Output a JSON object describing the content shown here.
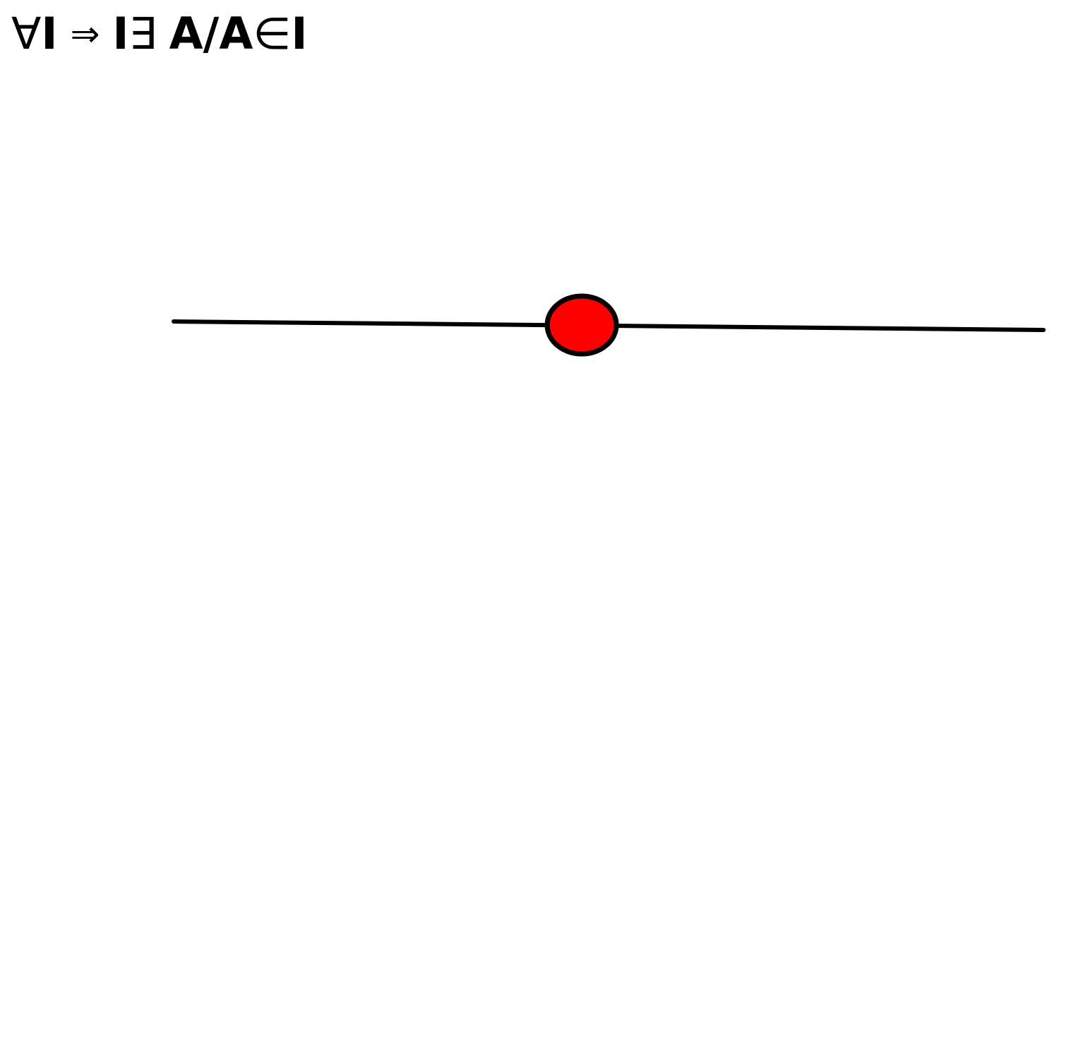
{
  "formula": {
    "forall": "∀",
    "set_I_1": "I",
    "implies": "⇒",
    "set_I_2": "I",
    "exists": "∃",
    "point_A_1": "A",
    "slash": "/",
    "point_A_2": "A",
    "element_of": "∈",
    "set_I_3": "I"
  },
  "colors": {
    "line": "#000000",
    "point_fill": "#ff0000",
    "point_stroke": "#000000",
    "background": "#ffffff"
  }
}
